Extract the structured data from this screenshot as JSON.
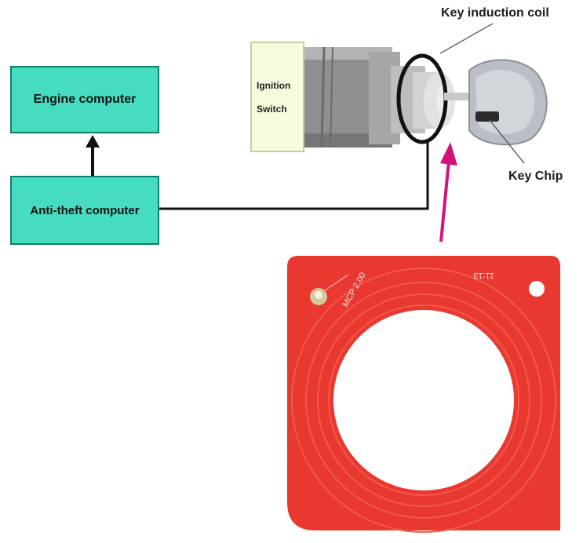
{
  "diagram": {
    "engine_computer": "Engine computer",
    "antitheft_computer": "Anti-theft computer",
    "ignition_switch_line1": "Ignition",
    "ignition_switch_line2": "Switch",
    "key_induction_coil": "Key induction coil",
    "key_chip": "Key Chip"
  },
  "pcb": {
    "marking_version": "MCP 2.00",
    "marking_code": "11:13"
  },
  "colors": {
    "box_fill": "#45dcc0",
    "pcb_red": "#e8382f",
    "arrow_magenta": "#d4127c"
  }
}
